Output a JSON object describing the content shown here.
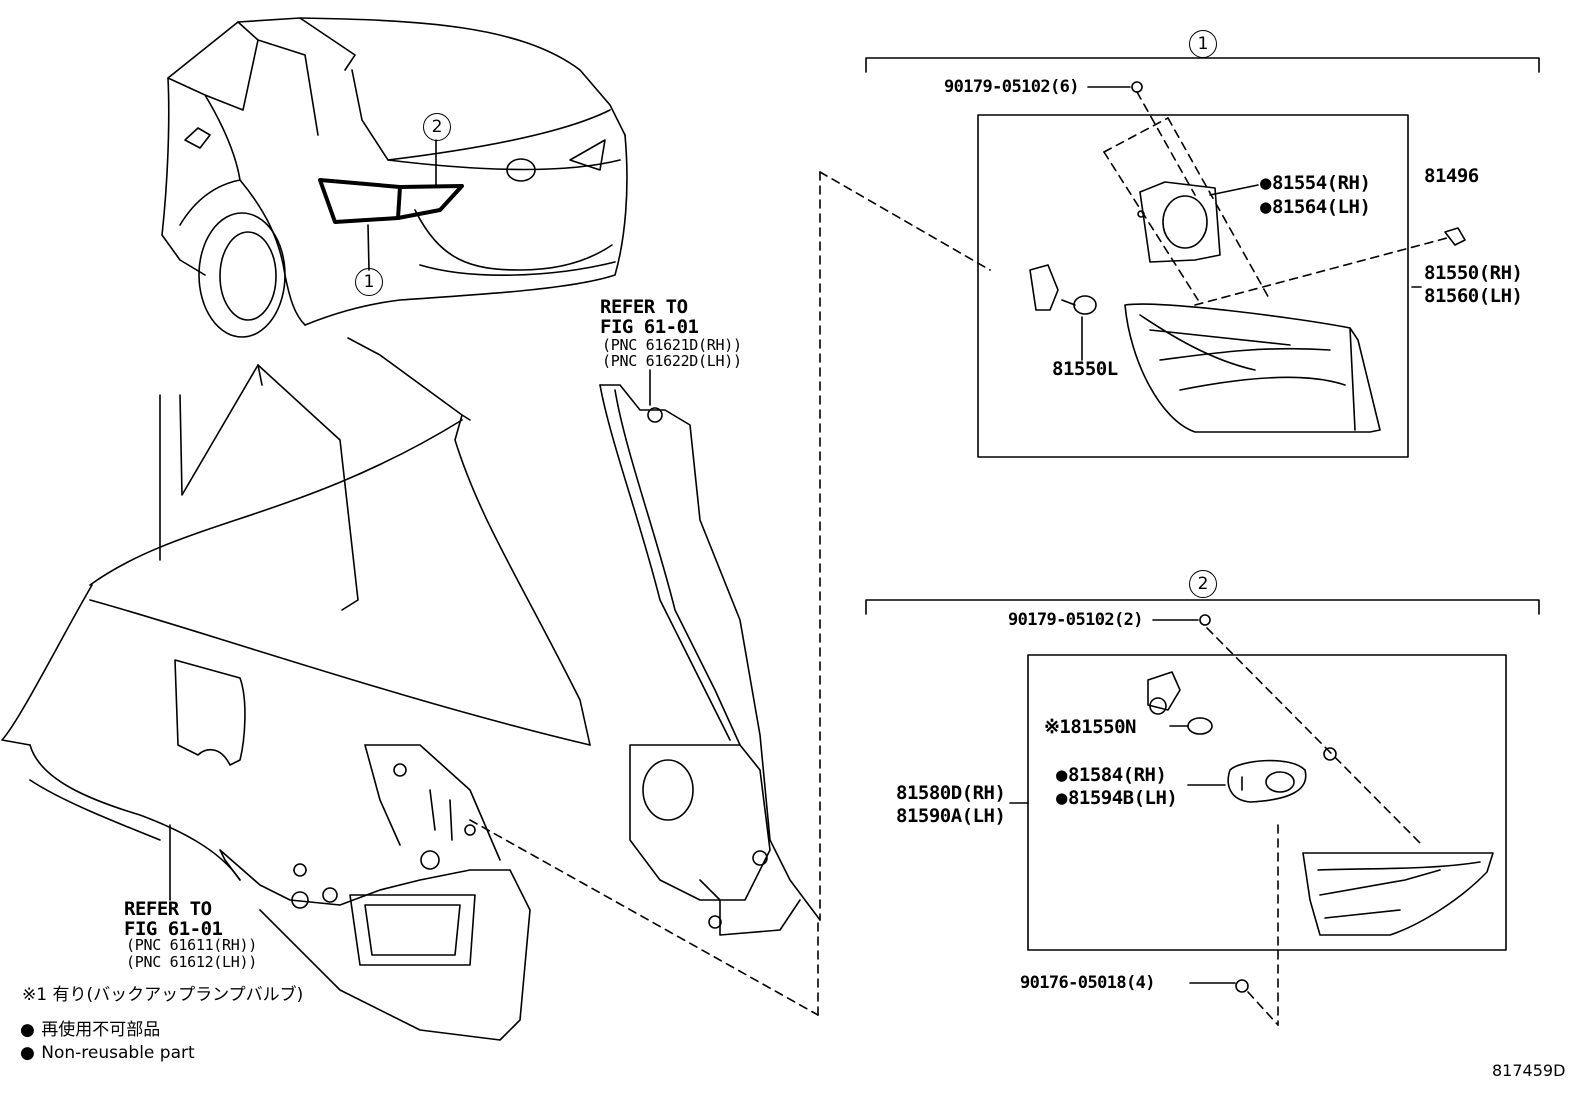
{
  "callouts": {
    "group1": "1",
    "group2": "2",
    "car_ref1": "1",
    "car_ref2": "2"
  },
  "group1": {
    "clip": "90179-05102(6)",
    "gasket_rh": "81554(RH)",
    "gasket_lh": "81564(LH)",
    "clip_part": "81496",
    "lamp_rh": "81550(RH)",
    "lamp_lh": "81560(LH)",
    "socket": "81550L"
  },
  "group2": {
    "clip": "90179-05102(2)",
    "bulb": "81550N",
    "bulb_mark": "※1",
    "gasket_rh": "81584(RH)",
    "gasket_lh": "81594B(LH)",
    "lamp_rh": "81580D(RH)",
    "lamp_lh": "81590A(LH)",
    "nut": "90176-05018(4)"
  },
  "refer_upper": {
    "line1": "REFER TO",
    "line2": "FIG 61-01",
    "pnc1": "(PNC 61621D(RH))",
    "pnc2": "(PNC 61622D(LH))"
  },
  "refer_lower": {
    "line1": "REFER TO",
    "line2": "FIG 61-01",
    "pnc1": "(PNC 61611(RH))",
    "pnc2": "(PNC 61612(LH))"
  },
  "notes": {
    "backup": "※1 有り(バックアップランプバルブ)",
    "nonreuse_jp": "再使用不可部品",
    "nonreuse_en": "Non-reusable part"
  },
  "figure_id": "817459D"
}
